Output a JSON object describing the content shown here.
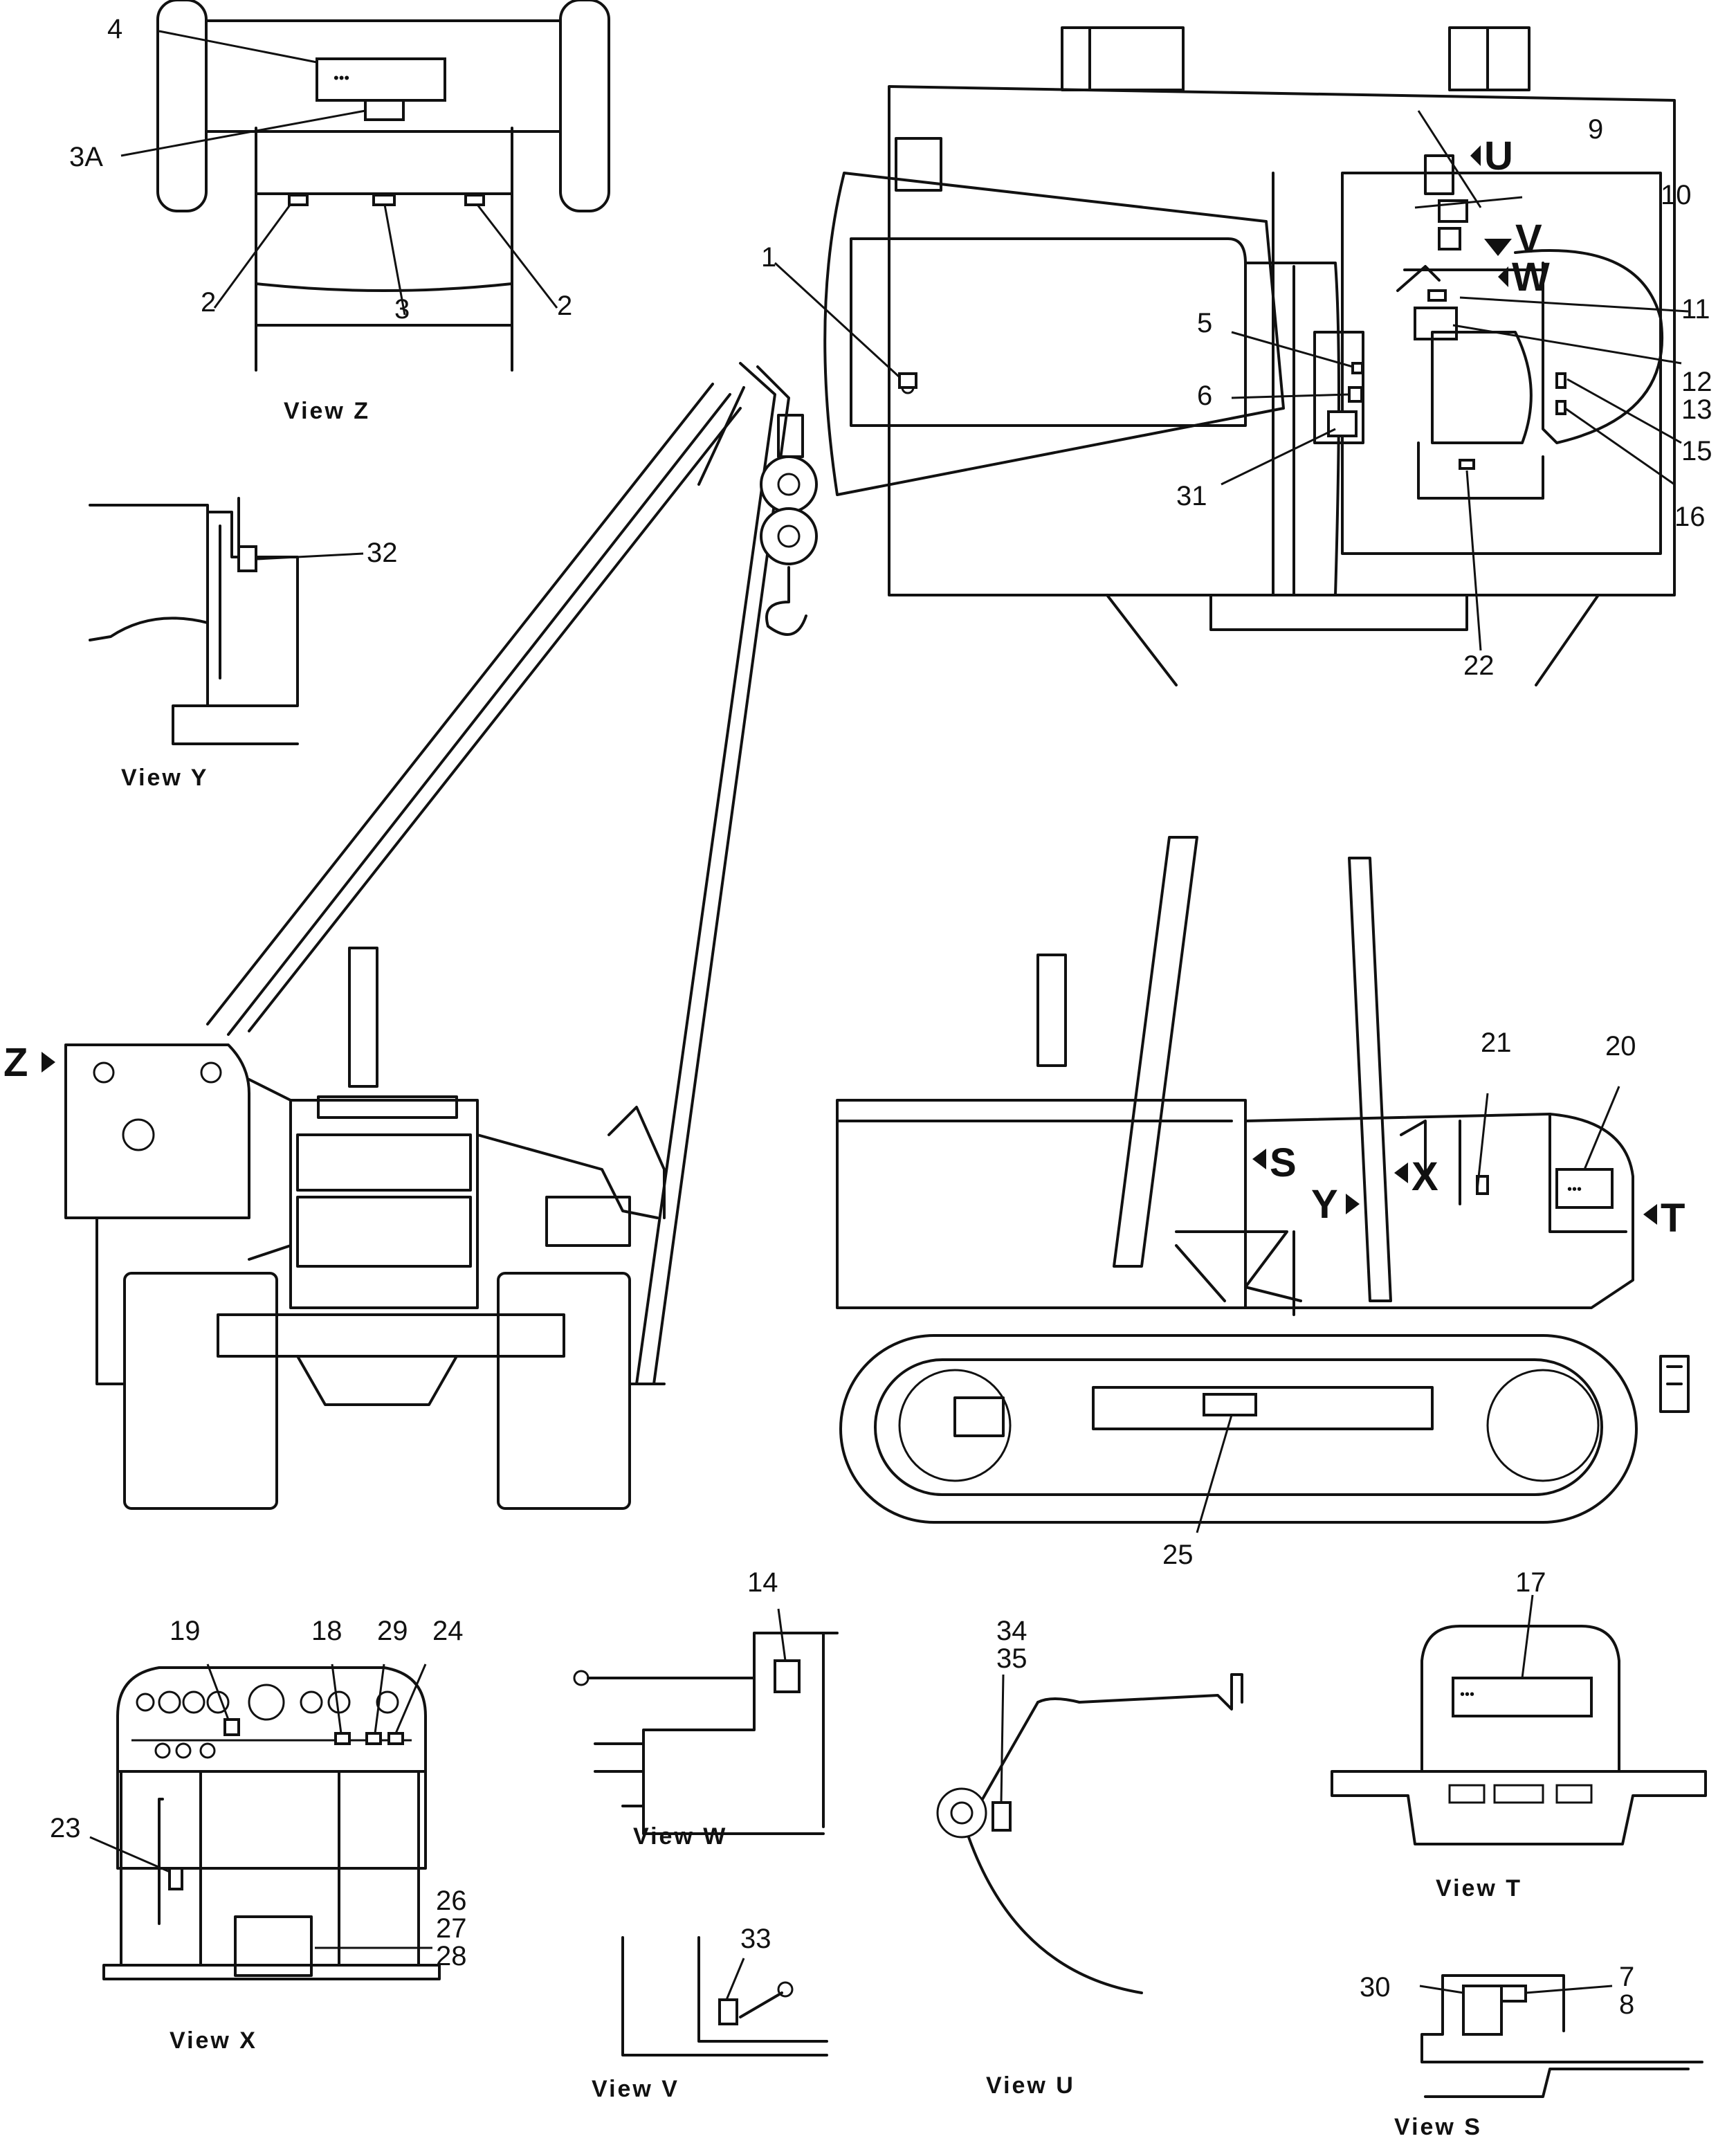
{
  "views": {
    "z": "View  Z",
    "y": "View  Y",
    "x": "View  X",
    "w": "View  W",
    "v": "View  V",
    "u": "View  U",
    "t": "View  T",
    "s": "View  S"
  },
  "arrows": {
    "u": "U",
    "v": "V",
    "w": "W",
    "s": "S",
    "x": "X",
    "y": "Y",
    "t": "T",
    "z": "Z"
  },
  "callouts": {
    "c1": "1",
    "c2a": "2",
    "c2b": "2",
    "c3": "3",
    "c3a": "3A",
    "c4": "4",
    "c5": "5",
    "c6": "6",
    "c7": "7",
    "c8": "8",
    "c9": "9",
    "c10": "10",
    "c11": "11",
    "c12": "12",
    "c13": "13",
    "c14": "14",
    "c15": "15",
    "c16": "16",
    "c17": "17",
    "c18": "18",
    "c19": "19",
    "c20": "20",
    "c21": "21",
    "c22": "22",
    "c23": "23",
    "c24": "24",
    "c25": "25",
    "c26": "26",
    "c27": "27",
    "c28": "28",
    "c29": "29",
    "c30": "30",
    "c31": "31",
    "c32": "32",
    "c33": "33",
    "c34": "34",
    "c35": "35"
  }
}
